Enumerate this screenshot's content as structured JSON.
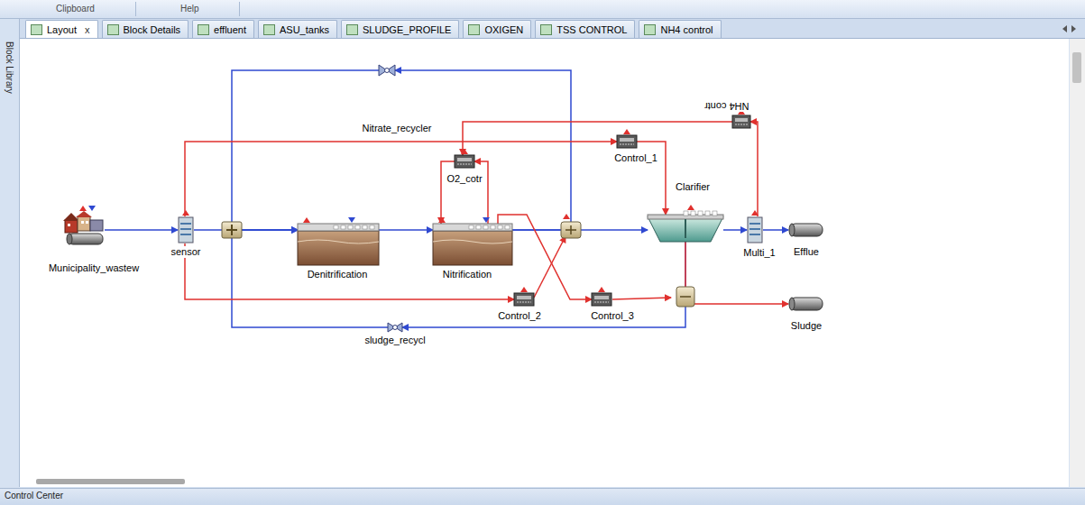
{
  "diagram": {
    "nodes": [
      {
        "text": [
          "Municipality_wastew"
        ]
      },
      {
        "text": [
          "sensor"
        ]
      },
      {
        "text": [
          "Denitrification"
        ]
      },
      {
        "text": [
          "Nitrification"
        ]
      },
      {
        "text": [
          "Clarifier"
        ]
      },
      {
        "text": [
          "Multi_1"
        ]
      },
      {
        "text": [
          "Efflue"
        ]
      },
      {
        "text": [
          "Sludge"
        ]
      },
      {
        "text": [
          "Nitrate_recycler"
        ]
      },
      {
        "text": [
          "sludge_recycl"
        ]
      },
      {
        "text": [
          "O2_cotr"
        ]
      },
      {
        "text": [
          "Control_1"
        ]
      },
      {
        "text": [
          "Control_2"
        ]
      },
      {
        "text": [
          "Control_3"
        ]
      },
      {
        "text": [
          "NH4 contr"
        ]
      }
    ],
    "edges": [
      {
        "from": 0,
        "to": 1,
        "arrow": "to"
      },
      {
        "from": 1,
        "to": 2,
        "arrow": "to"
      },
      {
        "from": 2,
        "to": 3,
        "arrow": "to"
      },
      {
        "from": 3,
        "to": 4,
        "arrow": "to"
      },
      {
        "from": 3,
        "to": 8,
        "arrow": "to"
      },
      {
        "from": 8,
        "to": 2,
        "arrow": "to"
      },
      {
        "from": 4,
        "to": 5,
        "arrow": "to"
      },
      {
        "from": 5,
        "to": 6,
        "arrow": "to"
      },
      {
        "from": 4,
        "to": 9,
        "arrow": "to"
      },
      {
        "from": 9,
        "to": 2,
        "arrow": "to"
      },
      {
        "from": 4,
        "to": 7,
        "arrow": "to"
      },
      {
        "from": 1,
        "to": 11,
        "arrow": "to"
      },
      {
        "from": 11,
        "to": 4,
        "arrow": "to"
      },
      {
        "from": 1,
        "to": 12,
        "arrow": "to"
      },
      {
        "from": 3,
        "to": 10,
        "arrow": "to"
      },
      {
        "from": 10,
        "to": 3,
        "arrow": "to"
      },
      {
        "from": 3,
        "to": 13,
        "arrow": "to"
      },
      {
        "from": 5,
        "to": 14,
        "arrow": "to"
      },
      {
        "from": 14,
        "to": 10,
        "arrow": "to"
      }
    ],
    "labels": [
      "Clipboard",
      "Help",
      "Layout",
      "x",
      "Block Details",
      "effluent",
      "ASU_tanks",
      "SLUDGE_PROFILE",
      "OXIGEN",
      "TSS CONTROL",
      "NH4 control",
      "Block Library",
      "Control Center"
    ]
  }
}
